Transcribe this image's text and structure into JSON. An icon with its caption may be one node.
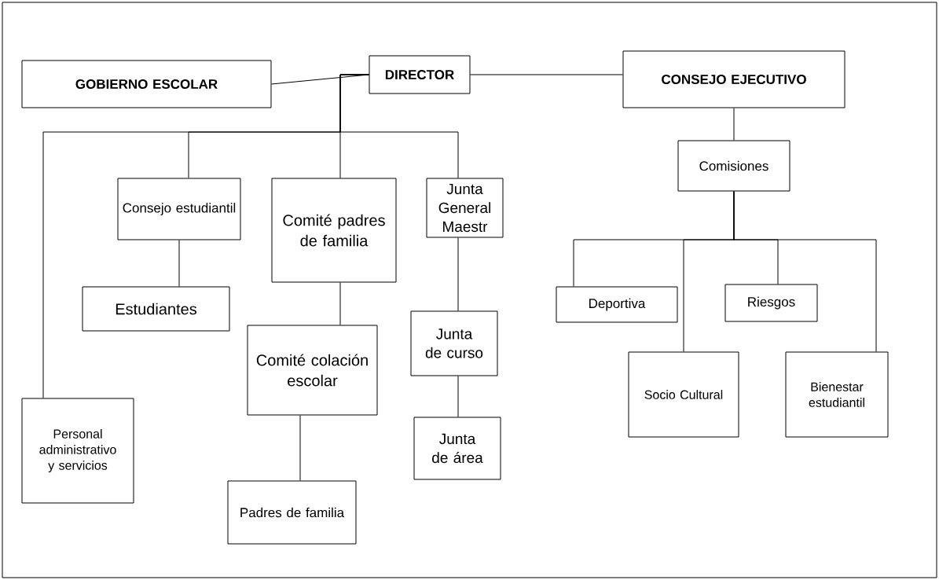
{
  "diagram": {
    "nodes": [
      {
        "text": [
          "GOBIERNO ESCOLAR"
        ]
      },
      {
        "text": [
          "DIRECTOR"
        ]
      },
      {
        "text": [
          "CONSEJO EJECUTIVO"
        ]
      },
      {
        "text": [
          "Comisiones"
        ]
      },
      {
        "text": [
          "Consejo estudiantil"
        ]
      },
      {
        "text": [
          "Comité padres de familia"
        ]
      },
      {
        "text": [
          "Junta General Maestr"
        ]
      },
      {
        "text": [
          "Estudiantes"
        ]
      },
      {
        "text": [
          "Comité colación escolar"
        ]
      },
      {
        "text": [
          "Junta de curso"
        ]
      },
      {
        "text": [
          "Deportiva"
        ]
      },
      {
        "text": [
          "Riesgos"
        ]
      },
      {
        "text": [
          "Personal administrativo y servicios"
        ]
      },
      {
        "text": [
          "Socio Cultural"
        ]
      },
      {
        "text": [
          "Bienestar estudiantil"
        ]
      },
      {
        "text": [
          "Junta de área"
        ]
      },
      {
        "text": [
          "Padres de familia"
        ]
      }
    ],
    "edges": [
      {
        "from": 0,
        "to": 1,
        "arrow": "none"
      },
      {
        "from": 1,
        "to": 2,
        "arrow": "none"
      },
      {
        "from": 1,
        "to": 12,
        "arrow": "none"
      },
      {
        "from": 1,
        "to": 4,
        "arrow": "none"
      },
      {
        "from": 1,
        "to": 5,
        "arrow": "none"
      },
      {
        "from": 1,
        "to": 6,
        "arrow": "none"
      },
      {
        "from": 4,
        "to": 7,
        "arrow": "none"
      },
      {
        "from": 5,
        "to": 8,
        "arrow": "none"
      },
      {
        "from": 8,
        "to": 16,
        "arrow": "none"
      },
      {
        "from": 6,
        "to": 9,
        "arrow": "none"
      },
      {
        "from": 9,
        "to": 15,
        "arrow": "none"
      },
      {
        "from": 2,
        "to": 3,
        "arrow": "none"
      },
      {
        "from": 3,
        "to": 10,
        "arrow": "none"
      },
      {
        "from": 3,
        "to": 13,
        "arrow": "none"
      },
      {
        "from": 3,
        "to": 11,
        "arrow": "none"
      },
      {
        "from": 3,
        "to": 14,
        "arrow": "none"
      }
    ]
  }
}
